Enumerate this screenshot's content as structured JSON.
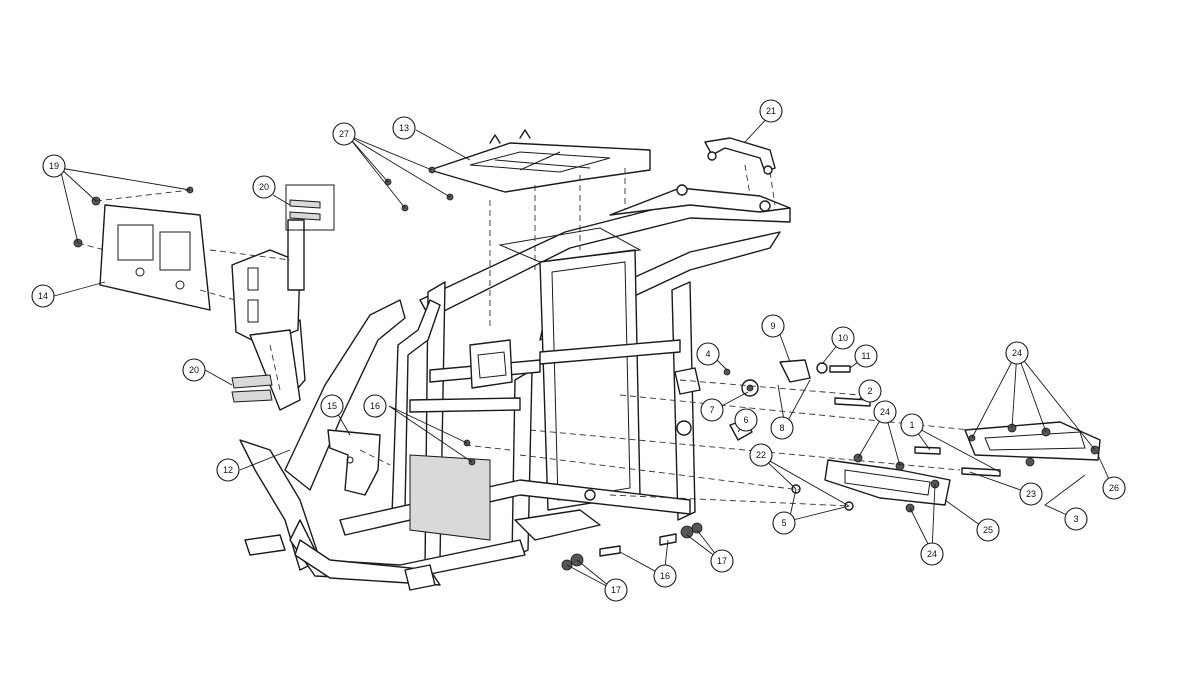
{
  "diagram": {
    "callouts": [
      {
        "id": "c1",
        "label": "1"
      },
      {
        "id": "c2",
        "label": "2"
      },
      {
        "id": "c3",
        "label": "3"
      },
      {
        "id": "c4",
        "label": "4"
      },
      {
        "id": "c5a",
        "label": "5"
      },
      {
        "id": "c6",
        "label": "6"
      },
      {
        "id": "c7",
        "label": "7"
      },
      {
        "id": "c8",
        "label": "8"
      },
      {
        "id": "c9",
        "label": "9"
      },
      {
        "id": "c10",
        "label": "10"
      },
      {
        "id": "c11",
        "label": "11"
      },
      {
        "id": "c12",
        "label": "12"
      },
      {
        "id": "c13",
        "label": "13"
      },
      {
        "id": "c14",
        "label": "14"
      },
      {
        "id": "c15",
        "label": "15"
      },
      {
        "id": "c16a",
        "label": "16"
      },
      {
        "id": "c16b",
        "label": "16"
      },
      {
        "id": "c17a",
        "label": "17"
      },
      {
        "id": "c17b",
        "label": "17"
      },
      {
        "id": "c19",
        "label": "19"
      },
      {
        "id": "c20a",
        "label": "20"
      },
      {
        "id": "c20b",
        "label": "20"
      },
      {
        "id": "c21",
        "label": "21"
      },
      {
        "id": "c22",
        "label": "22"
      },
      {
        "id": "c23",
        "label": "23"
      },
      {
        "id": "c24a",
        "label": "24"
      },
      {
        "id": "c24b",
        "label": "24"
      },
      {
        "id": "c24c",
        "label": "24"
      },
      {
        "id": "c25",
        "label": "25"
      },
      {
        "id": "c26",
        "label": "26"
      },
      {
        "id": "c27",
        "label": "27"
      }
    ]
  }
}
